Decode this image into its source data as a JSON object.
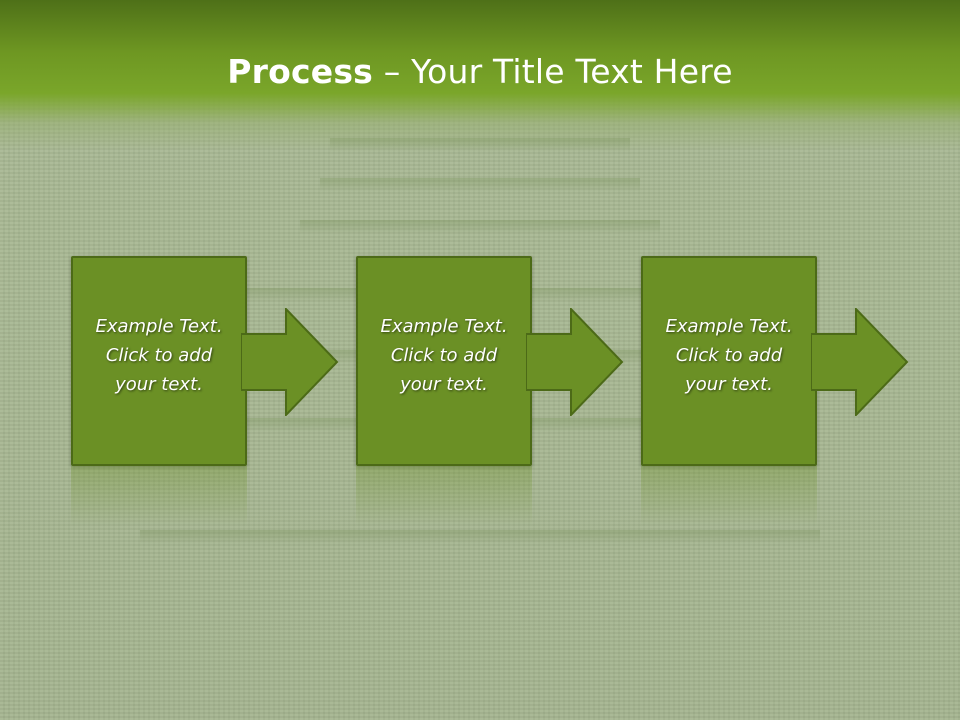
{
  "slide": {
    "title_bold": "Process",
    "title_rest": " – Your Title Text Here"
  },
  "steps": [
    {
      "text": "Example Text.\nClick  to add\nyour text."
    },
    {
      "text": "Example Text.\nClick  to add\nyour text."
    },
    {
      "text": "Example Text.\nClick  to add\nyour text."
    }
  ],
  "colors": {
    "header": "#6e9722",
    "box_fill": "#6b9025",
    "box_border": "#4c6a17",
    "background": "#a8b893"
  },
  "icons": [
    "right-arrow-icon"
  ]
}
